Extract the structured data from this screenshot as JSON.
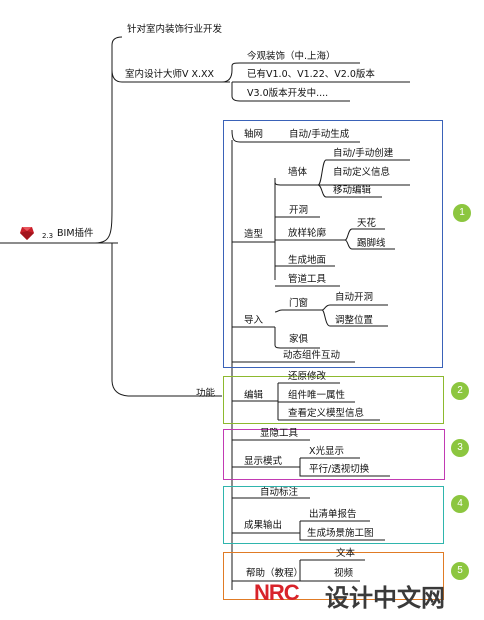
{
  "root": {
    "prefix": "2.3",
    "label": "BIM插件",
    "icon": "ruby-gem-icon"
  },
  "top_branches": {
    "dev": "针对室内装饰行业开发",
    "product": "室内设计大师V X.XX",
    "product_items": [
      "今观装饰（中.上海）",
      "已有V1.0、V1.22、V2.0版本",
      "V3.0版本开发中...."
    ]
  },
  "features": {
    "label": "功能",
    "axis": {
      "label": "轴网",
      "child": "自动/手动生成"
    },
    "modeling": {
      "label": "造型",
      "wall": {
        "label": "墙体",
        "items": [
          "自动/手动创建",
          "自动定义信息",
          "移动编辑"
        ]
      },
      "opening": "开洞",
      "profile": {
        "label": "放样轮廓",
        "items": [
          "天花",
          "踢脚线"
        ]
      },
      "floor": "生成地面",
      "pipe": "管道工具"
    },
    "import": {
      "label": "导入",
      "doorwin": {
        "label": "门窗",
        "items": [
          "自动开洞",
          "调整位置"
        ]
      },
      "furniture": "家俱"
    },
    "dynamic": "动态组件互动",
    "edit": {
      "label": "编辑",
      "items": [
        "还原修改",
        "组件唯一属性",
        "查看定义模型信息"
      ]
    },
    "hide": "显隐工具",
    "display": {
      "label": "显示模式",
      "items": [
        "X光显示",
        "平行/透视切换"
      ]
    },
    "dimension": "自动标注",
    "output": {
      "label": "成果输出",
      "items": [
        "出清单报告",
        "生成场景施工图"
      ]
    },
    "help": {
      "label": "帮助（教程）",
      "items": [
        "文本",
        "视频"
      ]
    }
  },
  "groups": [
    {
      "number": "1",
      "color": "#3a62b8"
    },
    {
      "number": "2",
      "color": "#8db92e"
    },
    {
      "number": "3",
      "color": "#c23ab3"
    },
    {
      "number": "4",
      "color": "#2fb5ad"
    },
    {
      "number": "5",
      "color": "#e07b25"
    }
  ],
  "badge_color": "#8cc63f",
  "line_color": "#1a1a1a",
  "watermark": {
    "logo": "NRC",
    "text": "设计中文网"
  }
}
